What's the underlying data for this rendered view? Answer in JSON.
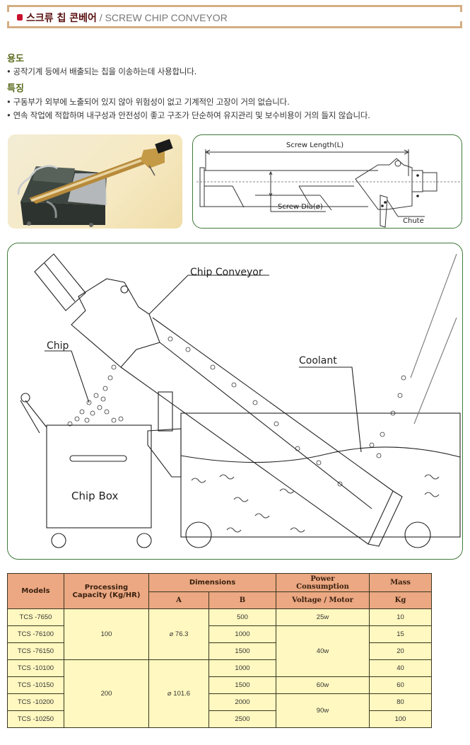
{
  "header": {
    "title_ko": "스크류 칩 콘베어",
    "title_separator": " / ",
    "title_en": "SCREW CHIP CONVEYOR"
  },
  "usage": {
    "heading": "용도",
    "items": [
      "공작기계 등에서 배출되는 칩을 이송하는데 사용합니다."
    ]
  },
  "features": {
    "heading": "특징",
    "items": [
      "구동부가 외부에 노출되어 있지 않아 위험성이 없고 기계적인 고장이 거의 없습니다.",
      "연속 작업에 적합하며 내구성과 안전성이 좋고 구조가 단순하여 유지관리 및 보수비용이 거의 들지 않습니다."
    ]
  },
  "bullet_char": "•",
  "spec_diagram": {
    "screw_length_label": "Screw Length(L)",
    "screw_dia_label": "Screw Dia(ø)",
    "chute_label": "Chute"
  },
  "layout_diagram": {
    "chip_conveyor_label": "Chip Conveyor",
    "chip_label": "Chip",
    "coolant_label": "Coolant",
    "chip_box_label": "Chip Box"
  },
  "table": {
    "headers": {
      "models": "Models",
      "capacity_line1": "Processing",
      "capacity_line2": "Capacity (Kg/HR)",
      "dimensions": "Dimensions",
      "dim_a": "A",
      "dim_b": "B",
      "power_line1": "Power",
      "power_line2": "Consumption",
      "voltage_motor": "Voltage / Motor",
      "mass": "Mass",
      "kg": "Kg"
    },
    "groups": [
      {
        "capacity": "100",
        "dim_a": "⌀ 76.3"
      },
      {
        "capacity": "200",
        "dim_a": "⌀ 101.6"
      }
    ],
    "power": [
      "25w",
      "40w",
      "60w",
      "90w"
    ],
    "rows": [
      {
        "model": "TCS -7650",
        "b": "500",
        "mass": "10"
      },
      {
        "model": "TCS -76100",
        "b": "1000",
        "mass": "15"
      },
      {
        "model": "TCS -76150",
        "b": "1500",
        "mass": "20"
      },
      {
        "model": "TCS -10100",
        "b": "1000",
        "mass": "40"
      },
      {
        "model": "TCS -10150",
        "b": "1500",
        "mass": "60"
      },
      {
        "model": "TCS -10200",
        "b": "2000",
        "mass": "80"
      },
      {
        "model": "TCS -10250",
        "b": "2500",
        "mass": "100"
      }
    ]
  }
}
